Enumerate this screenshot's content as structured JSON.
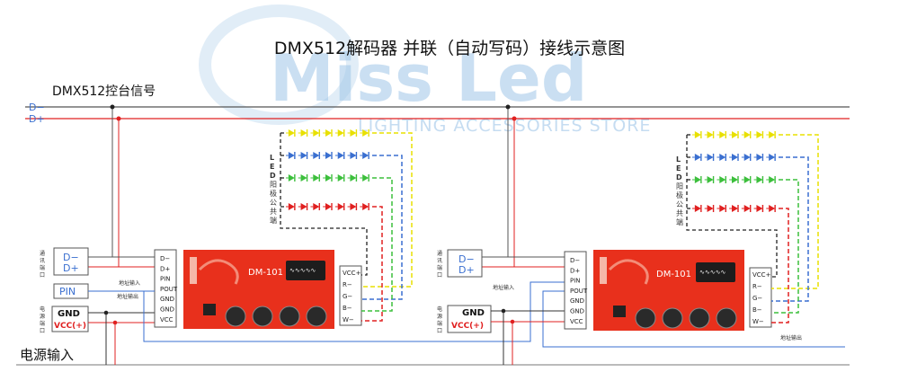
{
  "title": "DMX512解码器 并联（自动写码）接线示意图",
  "watermark": {
    "logo": "Miss Led",
    "tagline": "LIGHTING ACCESSORIES STORE"
  },
  "signal_label": "DMX512控台信号",
  "bus": {
    "d_minus": "D−",
    "d_plus": "D+"
  },
  "power_label": "电源输入",
  "units": [
    {
      "comm_port": {
        "label": "通讯端口",
        "d_minus": "D−",
        "d_plus": "D+"
      },
      "pin_label": "PIN",
      "addr_in": "地址输入",
      "addr_out": "地址输出",
      "power_port": {
        "label": "电源端口",
        "gnd": "GND",
        "vcc": "VCC(+)"
      },
      "left_pins": [
        "D−",
        "D+",
        "PIN",
        "POUT",
        "GND",
        "GND",
        "VCC"
      ],
      "model": "DM-101",
      "out_pins": [
        "VCC+",
        "R−",
        "G−",
        "B−",
        "W−"
      ],
      "led_label": "LED阳极公共端"
    },
    {
      "comm_port": {
        "label": "通讯端口",
        "d_minus": "D−",
        "d_plus": "D+"
      },
      "pin_label": "",
      "addr_in": "地址输入",
      "addr_out": "地址输出",
      "power_port": {
        "label": "电源端口",
        "gnd": "GND",
        "vcc": "VCC(+)"
      },
      "left_pins": [
        "D−",
        "D+",
        "PIN",
        "POUT",
        "GND",
        "GND",
        "VCC"
      ],
      "model": "DM-101",
      "out_pins": [
        "VCC+",
        "R−",
        "G−",
        "B−",
        "W−"
      ],
      "led_label": "LED阳极公共端"
    }
  ],
  "colors": {
    "board": "#e8301c",
    "red": "#e02020",
    "green": "#3cbf3c",
    "blue": "#3a6fd0",
    "yellow": "#e8e000",
    "wire": "#3a6fd0",
    "watermark": "#9fc6e8"
  },
  "led_row_colors": [
    "yellow",
    "blue",
    "green",
    "red"
  ]
}
